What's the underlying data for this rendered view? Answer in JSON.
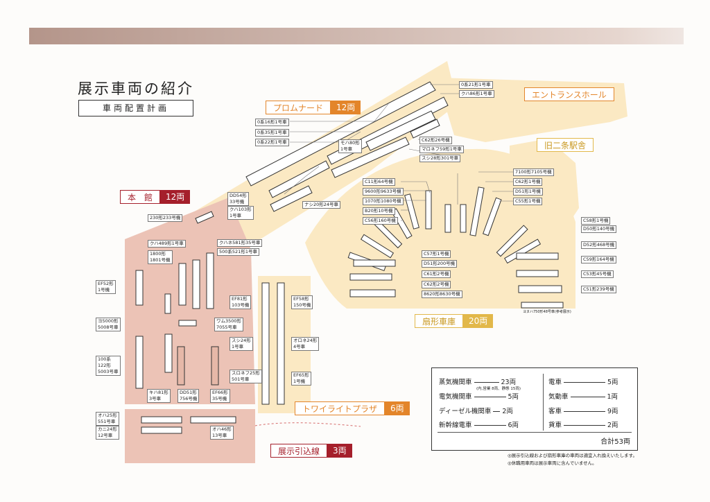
{
  "header": {
    "title": "展示車両の紹介",
    "subtitle": "車両配置計画"
  },
  "areas": {
    "promenade": {
      "name": "プロムナード",
      "count": "12両"
    },
    "entrance": {
      "name": "エントランスホール"
    },
    "nijo": {
      "name": "旧二条駅舎"
    },
    "honkan": {
      "name": "本　館",
      "count": "12両"
    },
    "fan": {
      "name": "扇形車庫",
      "count": "20両"
    },
    "twilight": {
      "name": "トワイライトプラザ",
      "count": "6両"
    },
    "hikikomi": {
      "name": "展示引込線",
      "count": "3両"
    }
  },
  "colors": {
    "red": "#a51f2b",
    "orange": "#e3852a",
    "yellow": "#e2b84a",
    "pink": "#ecc3b6",
    "cream": "#fbe9c3"
  },
  "labels": {
    "p1": "0系21形1号車",
    "p2": "クハ86形1号車",
    "p3": "0系16形1号車",
    "p4": "0系35形1号車",
    "p5": "0系22形1号車",
    "p6": "モハ80形\n1号車",
    "p7": "C62形26号機",
    "p8": "マロネフ59形1号車",
    "p9": "スシ28形301号車",
    "p10": "DD54形\n33号機",
    "p11": "クハ103形\n1号車",
    "p12": "ナシ20形24号車",
    "f1": "7100形7105号機",
    "f2": "C11形64号機",
    "f3": "C62形1号機",
    "f4": "9600形9633号機",
    "f5": "D51形1号機",
    "f6": "1070形1080号機",
    "f7": "C55形1号機",
    "f8": "B20形10号機",
    "f9": "C56形160号機",
    "f10": "C58形1号機",
    "f11": "D50形140号機",
    "f12": "D52形468号機",
    "f13": "C57形1号機",
    "f14": "D51形200号機",
    "f15": "C59形164号機",
    "f16": "C61形2号機",
    "f17": "C53形45号機",
    "f18": "C62形2号機",
    "f19": "C51形239号機",
    "f20": "8620形8630号機",
    "f21": "ヨヌハ750形48号車(参考展示)",
    "h1": "230形233号機",
    "h2": "クハ489形1号車",
    "h3": "クハネ581形35号車",
    "h4": "500系521形1号車",
    "h5": "1800形\n1801号機",
    "h6": "EF52形\n1号機",
    "h7": "ヨ5000形\n5008号車",
    "h8": "ワム3500形\n7055号車",
    "h9": "100系\n122形\n5003号車",
    "h10": "キハ81形\n3号車",
    "h11": "DD51形\n756号機",
    "h12": "EF66形\n35号機",
    "t1": "EF81形\n103号機",
    "t2": "EF58形\n150号機",
    "t3": "スシ24形\n1号車",
    "t4": "オロネ24形\n4号車",
    "t5": "スロネフ25形\n501号車",
    "t6": "EF65形\n1号機",
    "k1": "オハ25形\n551号車",
    "k2": "カニ24形\n12号車",
    "k3": "オハ46形\n13号車"
  },
  "summary": {
    "rows_left": [
      {
        "label": "蒸気機関車",
        "value": "23両",
        "note": "(内,営業 8両、静態 15両)"
      },
      {
        "label": "電気機関車",
        "value": "5両"
      },
      {
        "label": "ディーゼル機関車",
        "value": "2両"
      },
      {
        "label": "新幹線電車",
        "value": "6両"
      }
    ],
    "rows_right": [
      {
        "label": "電車",
        "value": "5両"
      },
      {
        "label": "気動車",
        "value": "1両"
      },
      {
        "label": "客車",
        "value": "9両"
      },
      {
        "label": "貨車",
        "value": "2両"
      }
    ],
    "total": "合計53両"
  },
  "notes": [
    "◎展示引込線および扇形車庫の車両は適宜入れ換えいたします。",
    "◎休職用車両は展示車両に含んでいません。"
  ]
}
